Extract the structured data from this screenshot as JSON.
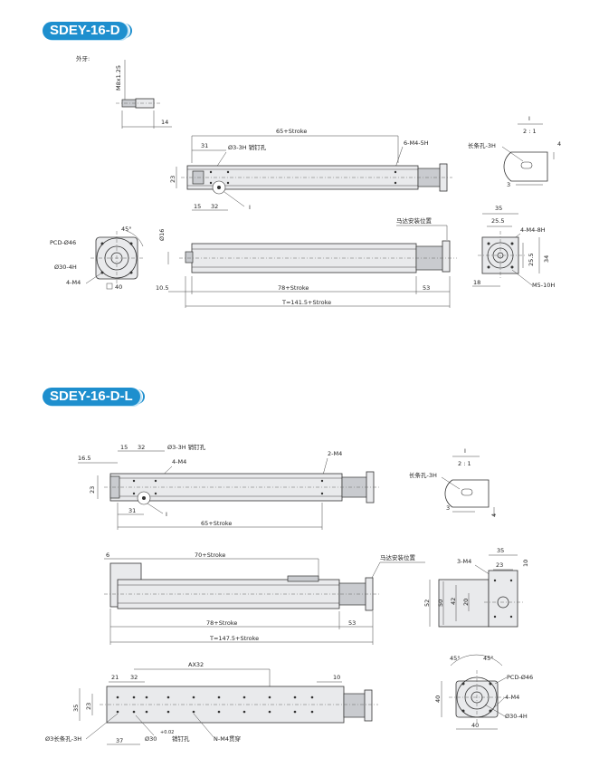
{
  "section1": {
    "title": "SDEY-16-D",
    "thread": {
      "label": "外牙:",
      "size": "M8x1.25",
      "len": "14"
    },
    "top_view": {
      "stroke_len": "65+Stroke",
      "d31": "31",
      "pin": "Ø3-3H 销钉孔",
      "tap": "6-M4-5H",
      "h23": "23",
      "d15": "15",
      "d32": "32",
      "detail": "I"
    },
    "detail_view": {
      "title": "I",
      "scale": "2 : 1",
      "slot": "长条孔-3H",
      "d4": "4",
      "d3": "3"
    },
    "front_view": {
      "pcd": "PCD-Ø46",
      "angle": "45°",
      "bore": "Ø30-4H",
      "screw": "4-M4",
      "sq": "40"
    },
    "side_view": {
      "dia": "Ø16",
      "motor": "马达安装位置",
      "d105": "10.5",
      "stroke": "78+Stroke",
      "d53": "53",
      "total": "T=141.5+Stroke"
    },
    "end_view": {
      "w35": "35",
      "w255": "25.5",
      "tap": "4-M4-8H",
      "h255": "25.5",
      "h34": "34",
      "d18": "18",
      "m5": "M5-10H"
    }
  },
  "section2": {
    "title": "SDEY-16-D-L",
    "top_view": {
      "d165": "16.5",
      "d15": "15",
      "d32": "32",
      "pin": "Ø3-3H 销钉孔",
      "tap2": "2-M4",
      "tap4": "4-M4",
      "h23": "23",
      "d31": "31",
      "detail": "I",
      "stroke": "65+Stroke"
    },
    "detail_view": {
      "title": "I",
      "scale": "2 : 1",
      "slot": "长条孔-3H",
      "d3": "3",
      "d4": "4"
    },
    "side_view": {
      "d6": "6",
      "stroke70": "70+Stroke",
      "motor": "马达安装位置",
      "stroke78": "78+Stroke",
      "d53": "53",
      "total": "T=147.5+Stroke"
    },
    "end_view": {
      "w35": "35",
      "tap": "3-M4",
      "w23": "23",
      "d10": "10",
      "h52": "52",
      "h50": "50",
      "h42": "42",
      "h20": "20"
    },
    "bottom_view": {
      "ax": "AX32",
      "d21": "21",
      "d32": "32",
      "d10": "10",
      "h35": "35",
      "h23": "23",
      "slot": "Ø3长条孔-3H",
      "d37": "37",
      "pin": "Ø30",
      "tol": "+0.02",
      "pin_lbl": "销钉孔",
      "thru": "N-M4贯穿"
    },
    "front_view": {
      "a1": "45°",
      "a2": "45°",
      "pcd": "PCD-Ø46",
      "h40": "40",
      "screw": "4-M4",
      "w40": "40",
      "bore": "Ø30-4H"
    }
  }
}
